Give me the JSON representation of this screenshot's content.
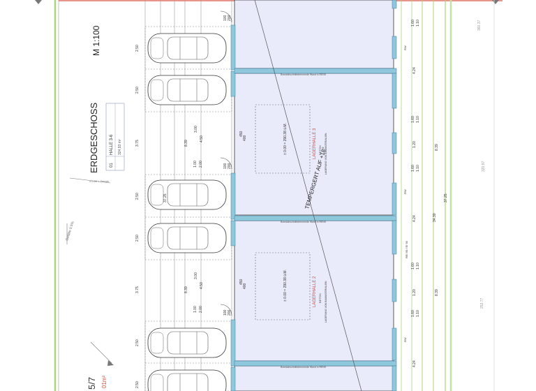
{
  "drawing": {
    "floor_title": "ERDGESCHOSS",
    "scale": "M 1:100",
    "hall_label": "HALLE 3-6",
    "hall_no": "01",
    "hall_area": "324.93 m²",
    "slope_label": "TEMPERGERT AUF +18°",
    "parcel_ref": "5/7",
    "parcel_area": "01m²",
    "gefaelle": "Gefälle 0.5%",
    "terrain_note": "± 0.00 = Terrain"
  },
  "halls": [
    {
      "name": "LAGERHALLE 3",
      "floor": "BETON",
      "level": "± 0.00 = 290.38 ü.M.",
      "use": "LAGERUNG VON BAUMATERIALIEN",
      "cap": "400",
      "cap2": "450"
    },
    {
      "name": "LAGERHALLE 2",
      "floor": "BETON",
      "level": "± 0.00 = 290.38 ü.M.",
      "use": "LAGERUNG VON BAUMATERIALIEN",
      "cap": "400",
      "cap2": "450"
    }
  ],
  "wall_note": "Brandabschnittstrennende Wand in REI90",
  "dims": {
    "bay_a": "2.50",
    "bay_b": "3.75",
    "depth": "8.39",
    "width_a": "4.50",
    "width_b": "3.00",
    "span": "37.25",
    "door": "1.00",
    "door_h": "2.00",
    "r1": "4.24",
    "r2": "1.60",
    "r3": "1.10",
    "r4": "1.20",
    "r5": "34.30",
    "r6": "37.25",
    "o1": "100",
    "o2": "200",
    "far1": "360.37",
    "far2": "320.97",
    "far3": "253.77",
    "rw": "RW",
    "mid": "REI 90 / EI 90"
  },
  "colors": {
    "hall_fill": "#e9ebfa",
    "wall_blue": "#8fc7dc",
    "hatch_red": "#e07060",
    "green_line": "#a9d57c",
    "label_red": "#d24a3a"
  }
}
